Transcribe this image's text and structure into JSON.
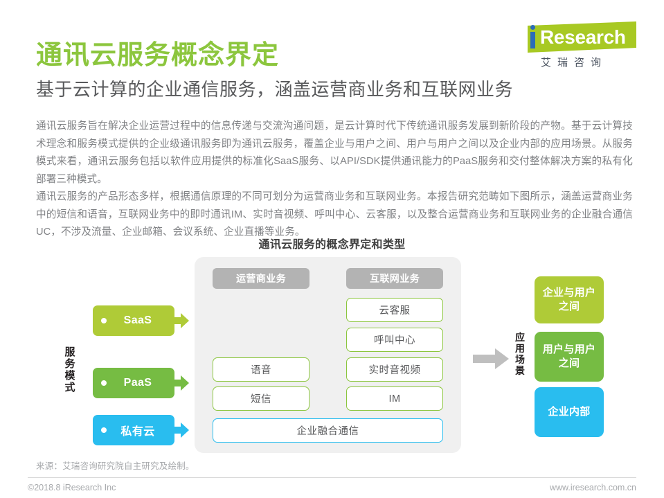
{
  "header": {
    "title": "通讯云服务概念界定",
    "subtitle": "基于云计算的企业通信服务，涵盖运营商业务和互联网业务",
    "title_color": "#8CC63E"
  },
  "logo": {
    "brand_i": "i",
    "brand_name": "Research",
    "brand_cn": "艾瑞咨询",
    "shape_color": "#A8C923",
    "i_color": "#2B6CB7"
  },
  "body": {
    "paragraph_1": "通讯云服务旨在解决企业运营过程中的信息传递与交流沟通问题，是云计算时代下传统通讯服务发展到新阶段的产物。基于云计算技术理念和服务模式提供的企业级通讯服务即为通讯云服务，覆盖企业与用户之间、用户与用户之间以及企业内部的应用场景。从服务模式来看，通讯云服务包括以软件应用提供的标准化SaaS服务、以API/SDK提供通讯能力的PaaS服务和交付整体解决方案的私有化部署三种模式。",
    "paragraph_2": "通讯云服务的产品形态多样，根据通信原理的不同可划分为运营商业务和互联网业务。本报告研究范畴如下图所示，涵盖运营商业务中的短信和语音，互联网业务中的即时通讯IM、实时音视频、呼叫中心、云客服，以及整合运营商业务和互联网业务的企业融合通信UC，不涉及流量、企业邮箱、会议系统、企业直播等业务。"
  },
  "diagram": {
    "title": "通讯云服务的概念界定和类型",
    "service_mode_label": "服务模式",
    "service_modes": [
      {
        "label": "SaaS",
        "color": "#AFCB37"
      },
      {
        "label": "PaaS",
        "color": "#76BC43"
      },
      {
        "label": "私有云",
        "color": "#29BDEF"
      }
    ],
    "columns": [
      {
        "header": "运营商业务",
        "items": [
          "语音",
          "短信"
        ]
      },
      {
        "header": "互联网业务",
        "items": [
          "云客服",
          "呼叫中心",
          "实时音视频",
          "IM"
        ]
      }
    ],
    "full_width_box": {
      "label": "企业融合通信",
      "border_color": "#29BDEF"
    },
    "header_color": "#B3B3B3",
    "box_border_color": "#8CC63E",
    "panel_bg": "#F0F0F0",
    "scene_label": "应用场景",
    "scenes": [
      {
        "label": "企业与用户之间",
        "line1": "企业与用户",
        "line2": "之间",
        "color": "#AFCB37"
      },
      {
        "label": "用户与用户之间",
        "line1": "用户与用户",
        "line2": "之间",
        "color": "#76BC43"
      },
      {
        "label": "企业内部",
        "line1": "企业内部",
        "line2": "",
        "color": "#29BDEF"
      }
    ],
    "arrow_color": "#BFBFBF"
  },
  "footer": {
    "source": "来源：艾瑞咨询研究院自主研究及绘制。",
    "copyright": "©2018.8 iResearch Inc",
    "website": "www.iresearch.com.cn"
  }
}
